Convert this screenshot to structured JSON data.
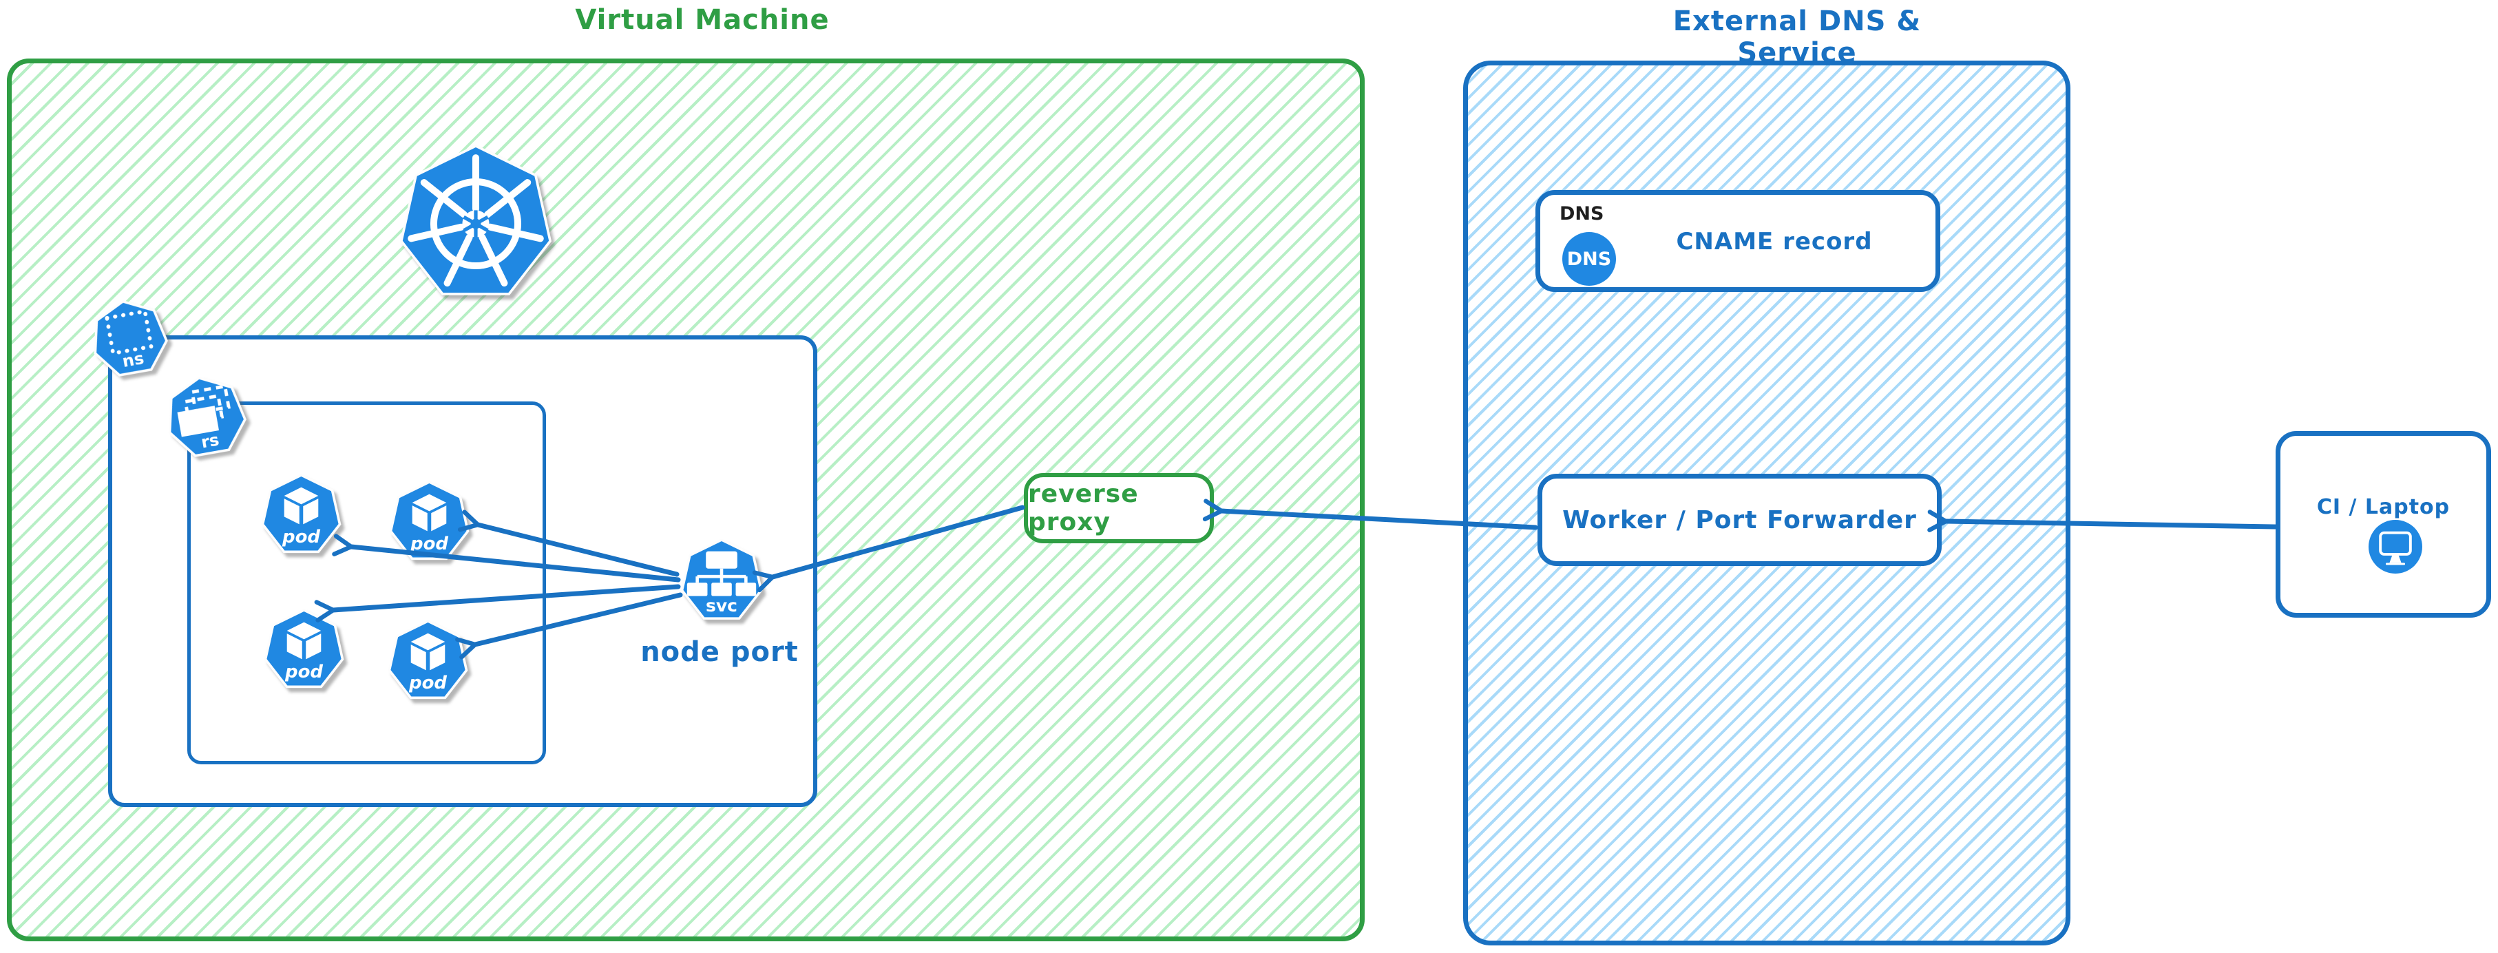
{
  "colors": {
    "green_stroke": "#2f9e44",
    "green_hatch": "#b7efc5",
    "blue_stroke": "#1971c2",
    "blue_hatch": "#a9daf9",
    "icon_blue": "#2088e2",
    "text_black": "#1e1e1e"
  },
  "vm": {
    "title": "Virtual Machine",
    "namespace": {
      "badge": "ns"
    },
    "replicaset": {
      "badge": "rs"
    },
    "pods": [
      {
        "label": "pod"
      },
      {
        "label": "pod"
      },
      {
        "label": "pod"
      },
      {
        "label": "pod"
      }
    ],
    "service": {
      "badge": "svc",
      "caption": "node port"
    },
    "reverse_proxy": {
      "label": "reverse proxy"
    }
  },
  "external": {
    "title": "External DNS & Service",
    "dns": {
      "tag": "DNS",
      "badge": "DNS",
      "label": "CNAME record"
    },
    "worker": {
      "label": "Worker / Port Forwarder"
    }
  },
  "client": {
    "label": "CI / Laptop"
  },
  "connections": [
    {
      "from": "CI / Laptop",
      "to": "Worker / Port Forwarder"
    },
    {
      "from": "Worker / Port Forwarder",
      "to": "reverse proxy"
    },
    {
      "from": "reverse proxy",
      "to": "node port svc"
    },
    {
      "from": "node port svc",
      "to": "pod 1"
    },
    {
      "from": "node port svc",
      "to": "pod 2"
    },
    {
      "from": "node port svc",
      "to": "pod 3"
    },
    {
      "from": "node port svc",
      "to": "pod 4"
    }
  ]
}
